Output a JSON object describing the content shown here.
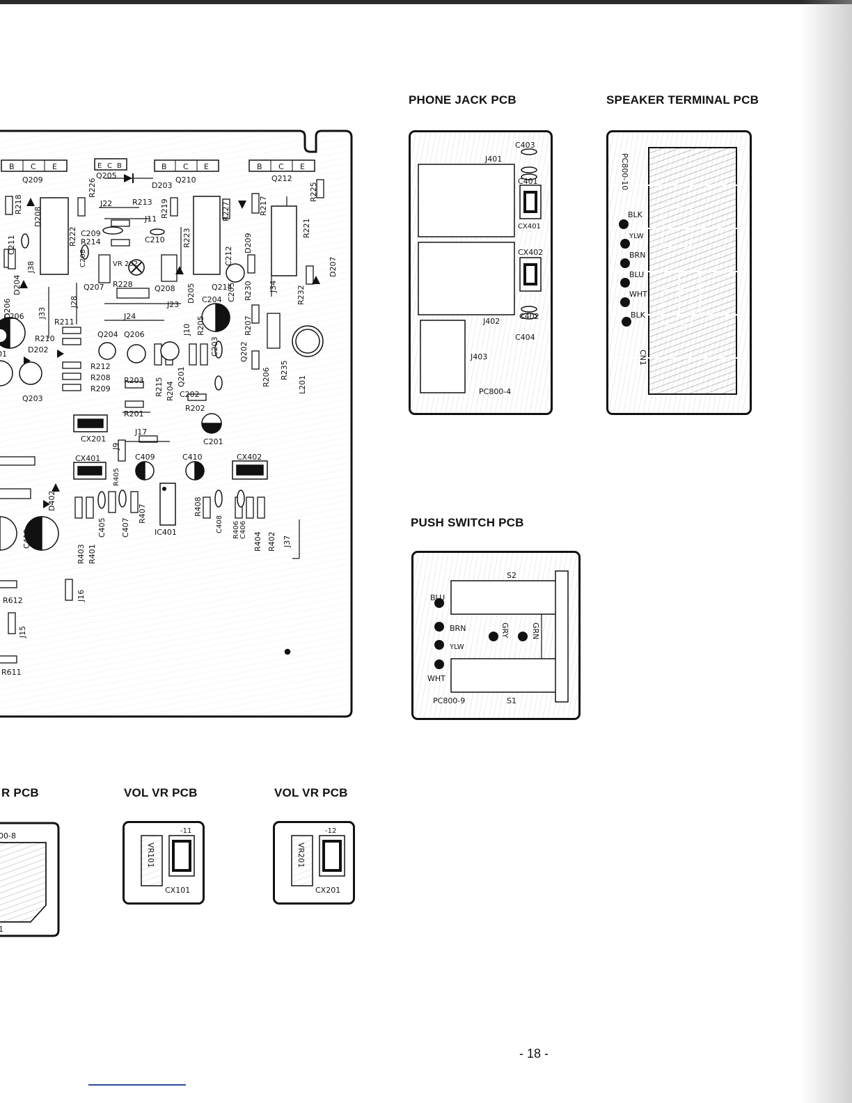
{
  "headings": {
    "phone_jack": "PHONE JACK PCB",
    "speaker_terminal": "SPEAKER TERMINAL PCB",
    "push_switch": "PUSH SWITCH PCB",
    "partial_left": "R PCB",
    "vol_vr_1": "VOL VR PCB",
    "vol_vr_2": "VOL VR PCB"
  },
  "main_board": {
    "transistor_pins": [
      "B",
      "C",
      "E"
    ],
    "q205_pins": [
      "E",
      "C",
      "B"
    ],
    "labels": {
      "q209": "Q209",
      "q205": "Q205",
      "q210": "Q210",
      "q212": "Q212",
      "d203": "D203",
      "r226": "R226",
      "j22": "J22",
      "r213": "R213",
      "r218": "R218",
      "d208": "D208",
      "j11": "J11",
      "r219": "R219",
      "r223": "R223",
      "r227": "R227",
      "r217": "R217",
      "r225": "R225",
      "r221": "R221",
      "c209": "C209",
      "r214": "R214",
      "c210": "C210",
      "r222": "R222",
      "c211": "C211",
      "j38": "J38",
      "c208": "C208",
      "vr202": "VR 202",
      "c212": "C212",
      "d209": "D209",
      "d207": "D207",
      "d204": "D204",
      "q207": "Q207",
      "r228": "R228",
      "q208": "Q208",
      "d205": "D205",
      "q214": "Q214",
      "j34": "J34",
      "r232": "R232",
      "d206": "D206",
      "c206": "C206",
      "j33": "J33",
      "j28": "J28",
      "j23": "J23",
      "c204": "C204",
      "c205": "C205",
      "r230": "R230",
      "j24": "J24",
      "r211": "R211",
      "r210": "R210",
      "q204": "Q204",
      "q206": "Q206",
      "j10": "J10",
      "r205": "R205",
      "r207": "R207",
      "d202": "D202",
      "c203": "C203",
      "q202": "Q202",
      "r212": "R212",
      "r208": "R208",
      "r209": "R209",
      "r203": "R203",
      "r215": "R215",
      "r204": "R204",
      "q201": "Q201",
      "r206": "R206",
      "r235": "R235",
      "l201": "L201",
      "q203": "Q203",
      "c202": "C202",
      "r202": "R202",
      "r201": "R201",
      "cx201": "CX201",
      "j17": "J17",
      "c201": "C201",
      "j9": "J9",
      "c409": "C409",
      "c410": "C410",
      "cx402": "CX402",
      "cx401": "CX401",
      "r405": "R405",
      "d402": "D402",
      "ic401": "IC401",
      "r408": "R408",
      "c408": "C408",
      "r406": "R406",
      "c406": "C406",
      "c405": "C405",
      "c407": "C407",
      "r407": "R407",
      "c412": "C412",
      "r403": "R403",
      "r401": "R401",
      "r404": "R404",
      "r402": "R402",
      "j37": "J37",
      "j16": "J16",
      "r612": "R612",
      "j15": "J15",
      "r611": "R611",
      "n01": "01"
    }
  },
  "phone_jack_pcb": {
    "c403": "C403",
    "j401": "J401",
    "c401": "C401",
    "cx401": "CX401",
    "cx402": "CX402",
    "j402": "J402",
    "c402": "C402",
    "c404": "C404",
    "j403": "J403",
    "board": "PC800-4"
  },
  "speaker_terminal_pcb": {
    "board": "PC800-10",
    "cn1": "CN1",
    "wires": [
      "BLK",
      "YLW",
      "BRN",
      "BLU",
      "WHT",
      "BLK"
    ]
  },
  "push_switch_pcb": {
    "s2": "S2",
    "s1": "S1",
    "board": "PC800-9",
    "blu": "BLU",
    "brn": "BRN",
    "ylw": "YLW",
    "wht": "WHT",
    "gry": "GRY",
    "grn": "GRN"
  },
  "partial_pcb": {
    "board": "00-8",
    "corner": "1"
  },
  "vol_vr_pcb_1": {
    "suffix": "-11",
    "vr": "VR101",
    "cx": "CX101"
  },
  "vol_vr_pcb_2": {
    "suffix": "-12",
    "vr": "VR201",
    "cx": "CX201"
  },
  "page_number": "- 18 -"
}
